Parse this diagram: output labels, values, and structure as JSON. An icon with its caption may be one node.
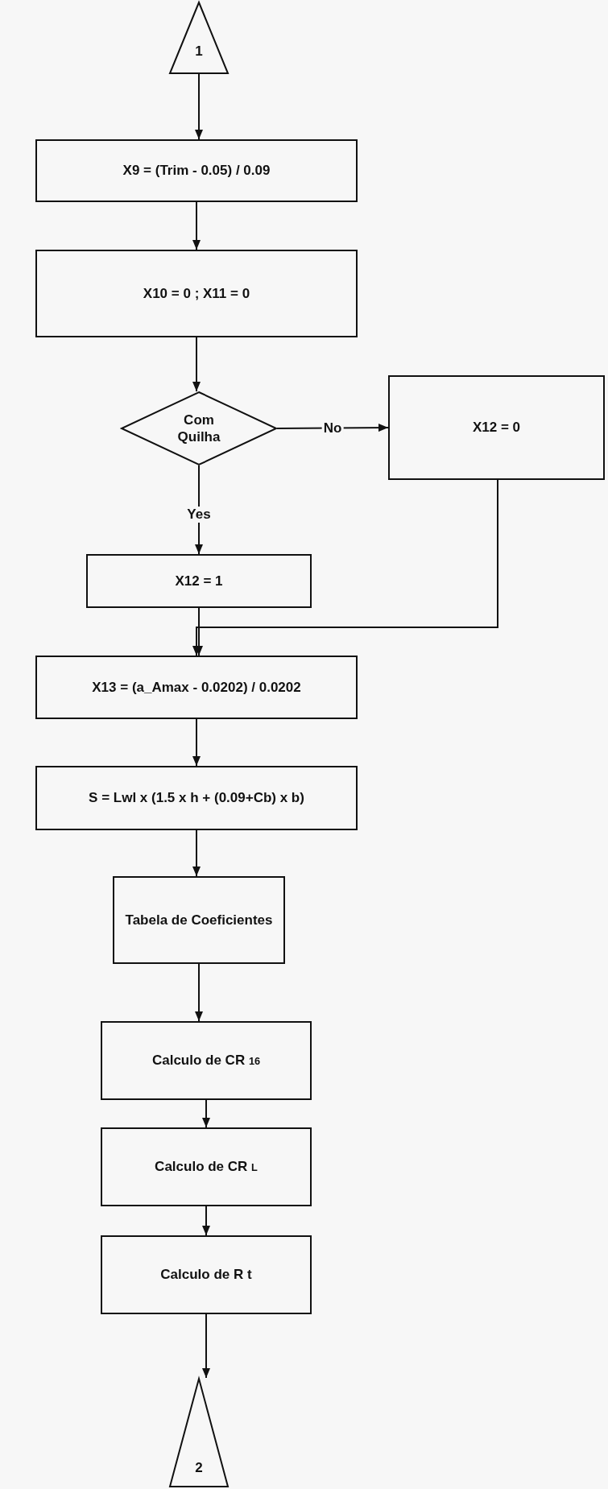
{
  "diagram": {
    "nodes": [
      {
        "text": [
          "1"
        ]
      },
      {
        "text": [
          "X9 = (Trim - 0.05) / 0.09"
        ]
      },
      {
        "text": [
          "X10 = 0  ; X11 = 0"
        ]
      },
      {
        "text": [
          "Com Quilha"
        ]
      },
      {
        "text": [
          "X12 = 0"
        ]
      },
      {
        "text": [
          "X12 = 1"
        ]
      },
      {
        "text": [
          "X13 = (a_Amax - 0.0202) / 0.0202"
        ]
      },
      {
        "text": [
          "S = Lwl x (1.5 x h + (0.09+Cb) x b)"
        ]
      },
      {
        "text": [
          "Tabela de Coeficientes"
        ]
      },
      {
        "text": [
          "Calculo de CR $_{16}$"
        ]
      },
      {
        "text": [
          "Calculo de CR $_{L}$"
        ]
      },
      {
        "text": [
          "Calculo de R t"
        ]
      },
      {
        "text": [
          "2"
        ]
      }
    ],
    "edges": [
      {
        "from": 0,
        "to": 1,
        "arrow": "to"
      },
      {
        "from": 1,
        "to": 2,
        "arrow": "to"
      },
      {
        "from": 2,
        "to": 3,
        "arrow": "to"
      },
      {
        "from": 3,
        "to": 4,
        "label": "No",
        "arrow": "to"
      },
      {
        "from": 3,
        "to": 5,
        "label": "Yes",
        "arrow": "to"
      },
      {
        "from": 5,
        "to": 6,
        "arrow": "to"
      },
      {
        "from": 4,
        "to": 6,
        "arrow": "to"
      },
      {
        "from": 6,
        "to": 7,
        "arrow": "to"
      },
      {
        "from": 7,
        "to": 8,
        "arrow": "to"
      },
      {
        "from": 8,
        "to": 9,
        "arrow": "to"
      },
      {
        "from": 9,
        "to": 10,
        "arrow": "to"
      },
      {
        "from": 10,
        "to": 11,
        "arrow": "to"
      },
      {
        "from": 11,
        "to": 12,
        "arrow": "to"
      }
    ]
  }
}
